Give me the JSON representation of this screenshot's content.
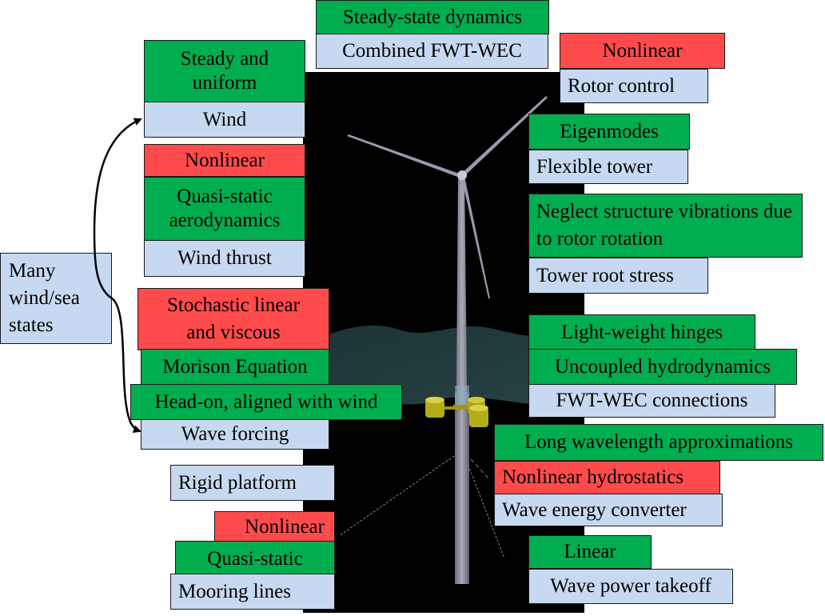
{
  "colors": {
    "modeling_assumption": "#00ad4f",
    "nonlinear_flag": "#ff4b4b",
    "component": "#c6d9f0",
    "scene_background": "#000000"
  },
  "top": {
    "assumption": "Steady-state dynamics",
    "component": "Combined FWT-WEC"
  },
  "rotor": {
    "flag": "Nonlinear",
    "component": "Rotor control"
  },
  "wind": {
    "assumption": "Steady and uniform",
    "component": "Wind"
  },
  "wind_thrust": {
    "flag": "Nonlinear",
    "assumption": "Quasi-static aerodynamics",
    "component": "Wind thrust"
  },
  "many_states": {
    "label": "Many wind/sea states"
  },
  "wave_forcing": {
    "flag": "Stochastic linear and viscous",
    "assumption_1": "Morison Equation",
    "assumption_2": "Head-on, aligned with wind",
    "component": "Wave forcing"
  },
  "platform": {
    "component": "Rigid platform"
  },
  "mooring": {
    "flag": "Nonlinear",
    "assumption": "Quasi-static",
    "component": "Mooring lines"
  },
  "tower": {
    "assumption": "Eigenmodes",
    "component": "Flexible tower"
  },
  "tower_stress": {
    "assumption": "Neglect structure vibrations due to rotor rotation",
    "component": "Tower root stress"
  },
  "connections": {
    "assumption_1": "Light-weight hinges",
    "assumption_2": "Uncoupled hydrodynamics",
    "component": "FWT-WEC connections"
  },
  "wec": {
    "assumption": "Long wavelength approximations",
    "flag": "Nonlinear hydrostatics",
    "component": "Wave energy converter"
  },
  "pto": {
    "assumption": "Linear",
    "component": "Wave power takeoff"
  }
}
